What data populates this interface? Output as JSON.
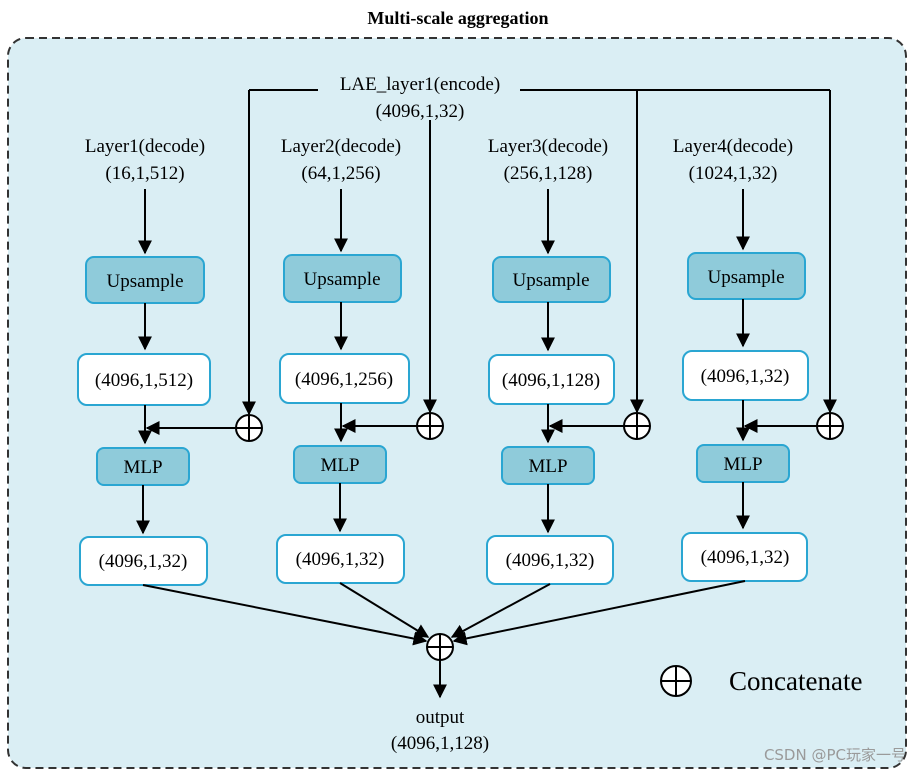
{
  "title": "Multi-scale aggregation",
  "encoder": {
    "name": "LAE_layer1(encode)",
    "shape": "(4096,1,32)"
  },
  "columns": [
    {
      "layer": "Layer1(decode)",
      "in_shape": "(16,1,512)",
      "upsample": "Upsample",
      "up_shape": "(4096,1,512)",
      "mlp": "MLP",
      "out_shape": "(4096,1,32)"
    },
    {
      "layer": "Layer2(decode)",
      "in_shape": "(64,1,256)",
      "upsample": "Upsample",
      "up_shape": "(4096,1,256)",
      "mlp": "MLP",
      "out_shape": "(4096,1,32)"
    },
    {
      "layer": "Layer3(decode)",
      "in_shape": "(256,1,128)",
      "upsample": "Upsample",
      "up_shape": "(4096,1,128)",
      "mlp": "MLP",
      "out_shape": "(4096,1,32)"
    },
    {
      "layer": "Layer4(decode)",
      "in_shape": "(1024,1,32)",
      "upsample": "Upsample",
      "up_shape": "(4096,1,32)",
      "mlp": "MLP",
      "out_shape": "(4096,1,32)"
    }
  ],
  "output": {
    "name": "output",
    "shape": "(4096,1,128)"
  },
  "legend": {
    "label": "Concatenate",
    "icon": "concat-icon"
  },
  "watermark": "CSDN @PC玩家一号",
  "colors": {
    "panel": "#daeef4",
    "block": "#8fcbda",
    "border": "#2aa6d2",
    "line": "#000000"
  }
}
